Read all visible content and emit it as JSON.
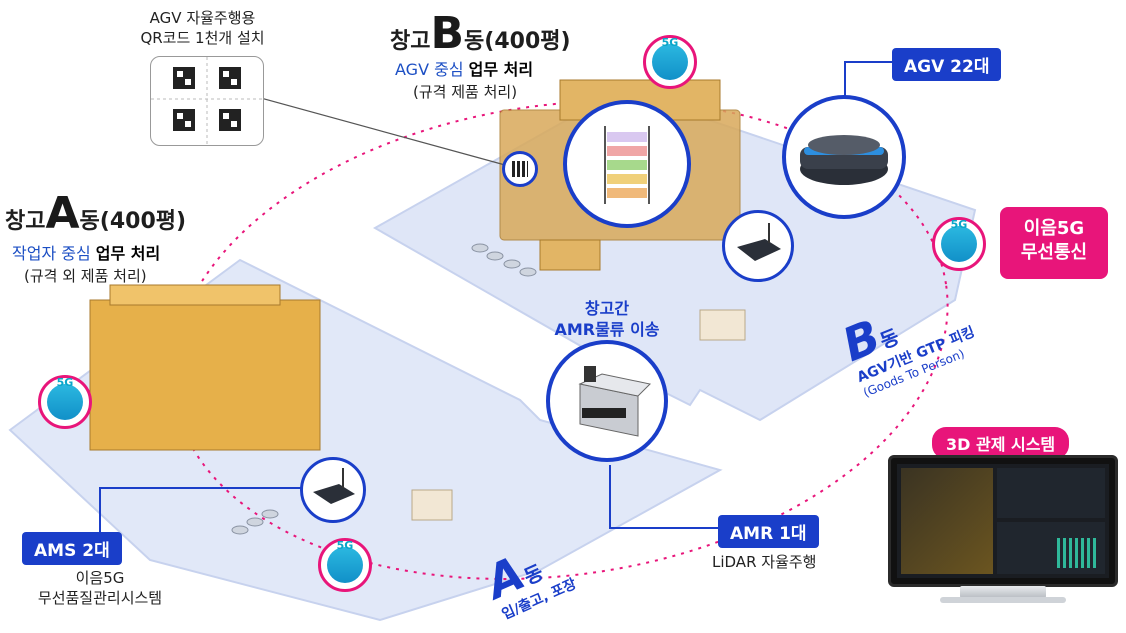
{
  "qr_note": {
    "line1": "AGV 자율주행용",
    "line2": "QR코드 1천개 설치"
  },
  "warehouse_b": {
    "title_prefix": "창고",
    "title_letter": "B",
    "title_suffix": "동(400평)",
    "subtitle_blue": "AGV 중심",
    "subtitle_black": "업무 처리",
    "note": "(규격 제품 처리)"
  },
  "warehouse_a": {
    "title_prefix": "창고",
    "title_letter": "A",
    "title_suffix": "동(400평)",
    "subtitle_blue": "작업자 중심",
    "subtitle_black": "업무 처리",
    "note": "(규격 외 제품 처리)"
  },
  "agv_badge": "AGV 22대",
  "network": {
    "line1": "이음5G",
    "line2": "무선통신"
  },
  "wifi_label": "5G",
  "transfer": {
    "line1": "창고간",
    "line2": "AMR물류 이송"
  },
  "zone_b": {
    "letter": "B",
    "suffix": "동",
    "caption1": "AGV기반 GTP 피킹",
    "caption2": "(Goods To Person)"
  },
  "zone_a": {
    "letter": "A",
    "suffix": "동",
    "caption": "입/출고, 포장"
  },
  "amr_badge": "AMR 1대",
  "amr_note": "LiDAR 자율주행",
  "ams_badge": "AMS 2대",
  "ams_note": {
    "line1": "이음5G",
    "line2": "무선품질관리시스템"
  },
  "control_system": "3D 관제 시스템",
  "colors": {
    "accent_blue": "#1a3ec9",
    "accent_pink": "#e8157a",
    "floor": "#dfe6f7"
  }
}
